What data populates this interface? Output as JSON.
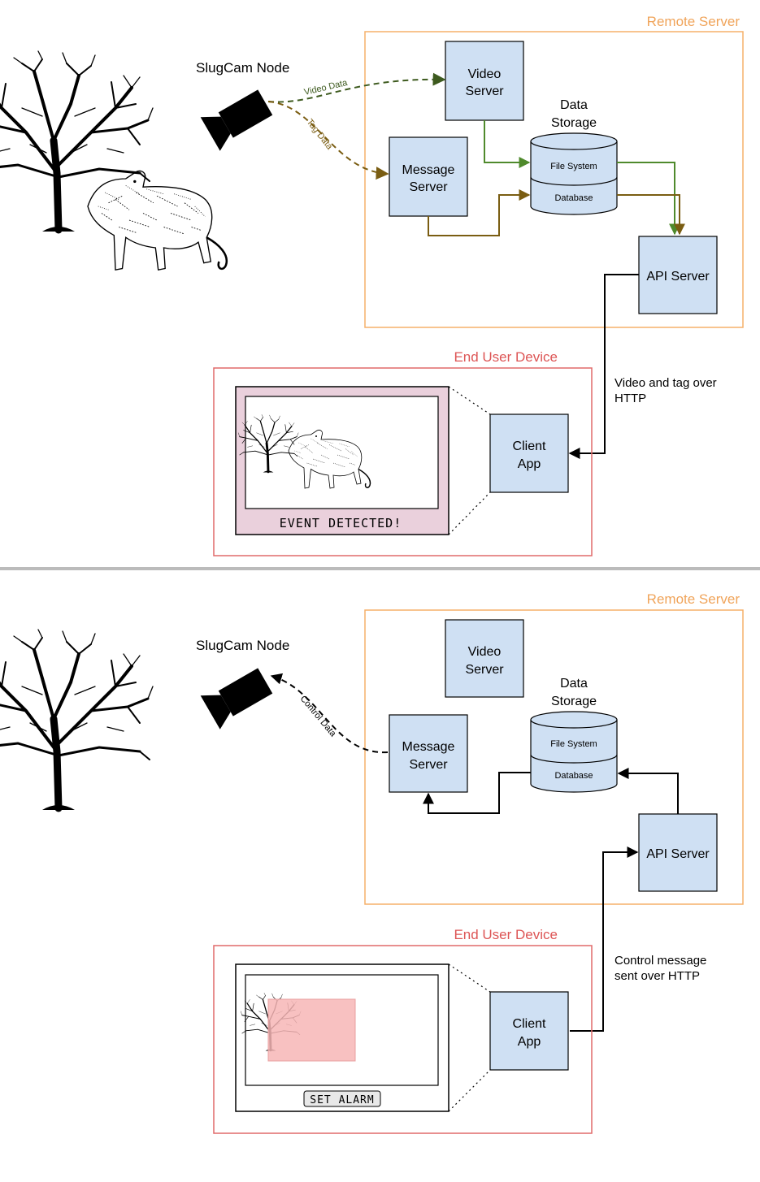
{
  "colors": {
    "remote_border": "#f5b06a",
    "remote_label": "#f0a45a",
    "device_border": "#e06a6a",
    "device_label": "#dd5555",
    "box_fill": "#cfe0f3",
    "screen_bg_top": "#ead0dc",
    "video_arrow": "#3d5a1e",
    "tag_arrow": "#7a5d12",
    "fs_line": "#4f8a2c",
    "db_line": "#7a5d12",
    "divider": "#bbbbbb",
    "alarm_region": "#f7b6b6"
  },
  "icons": [
    "tree-icon",
    "mountain-lion-icon",
    "camera-icon",
    "database-cylinder-icon"
  ],
  "top": {
    "remote_server_label": "Remote Server",
    "slugcam_label": "SlugCam Node",
    "video_server": [
      "Video",
      "Server"
    ],
    "message_server": [
      "Message",
      "Server"
    ],
    "data_storage": [
      "Data",
      "Storage"
    ],
    "file_system": "File System",
    "database": "Database",
    "api_server": "API Server",
    "video_data_label": "Video Data",
    "tag_data_label": "Tag Data",
    "end_user_device_label": "End User Device",
    "http_label": [
      "Video and tag over",
      "HTTP"
    ],
    "client_app": [
      "Client",
      "App"
    ],
    "screen_caption": "EVENT DETECTED!"
  },
  "bottom": {
    "remote_server_label": "Remote Server",
    "slugcam_label": "SlugCam Node",
    "video_server": [
      "Video",
      "Server"
    ],
    "message_server": [
      "Message",
      "Server"
    ],
    "data_storage": [
      "Data",
      "Storage"
    ],
    "file_system": "File System",
    "database": "Database",
    "api_server": "API Server",
    "control_data_label": "Control Data",
    "end_user_device_label": "End User Device",
    "http_label": [
      "Control message",
      "sent over HTTP"
    ],
    "client_app": [
      "Client",
      "App"
    ],
    "screen_button": "SET ALARM"
  }
}
